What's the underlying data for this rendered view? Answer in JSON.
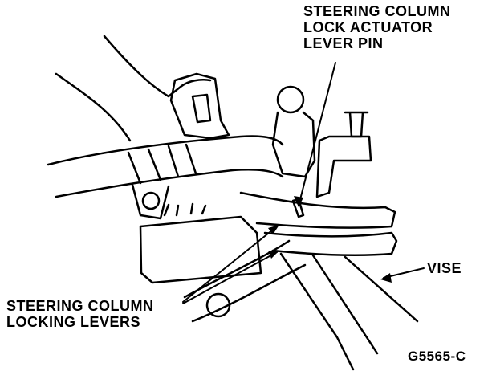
{
  "labels": {
    "lever_pin": [
      "STEERING COLUMN",
      "LOCK ACTUATOR",
      "LEVER PIN"
    ],
    "locking_levers": [
      "STEERING COLUMN",
      "LOCKING LEVERS"
    ],
    "vise": "VISE",
    "figure_id": "G5565-C"
  },
  "icons": {
    "illustration": "steering-column-assembly-in-vise"
  },
  "colors": {
    "ink": "#000000",
    "paper": "#ffffff"
  }
}
